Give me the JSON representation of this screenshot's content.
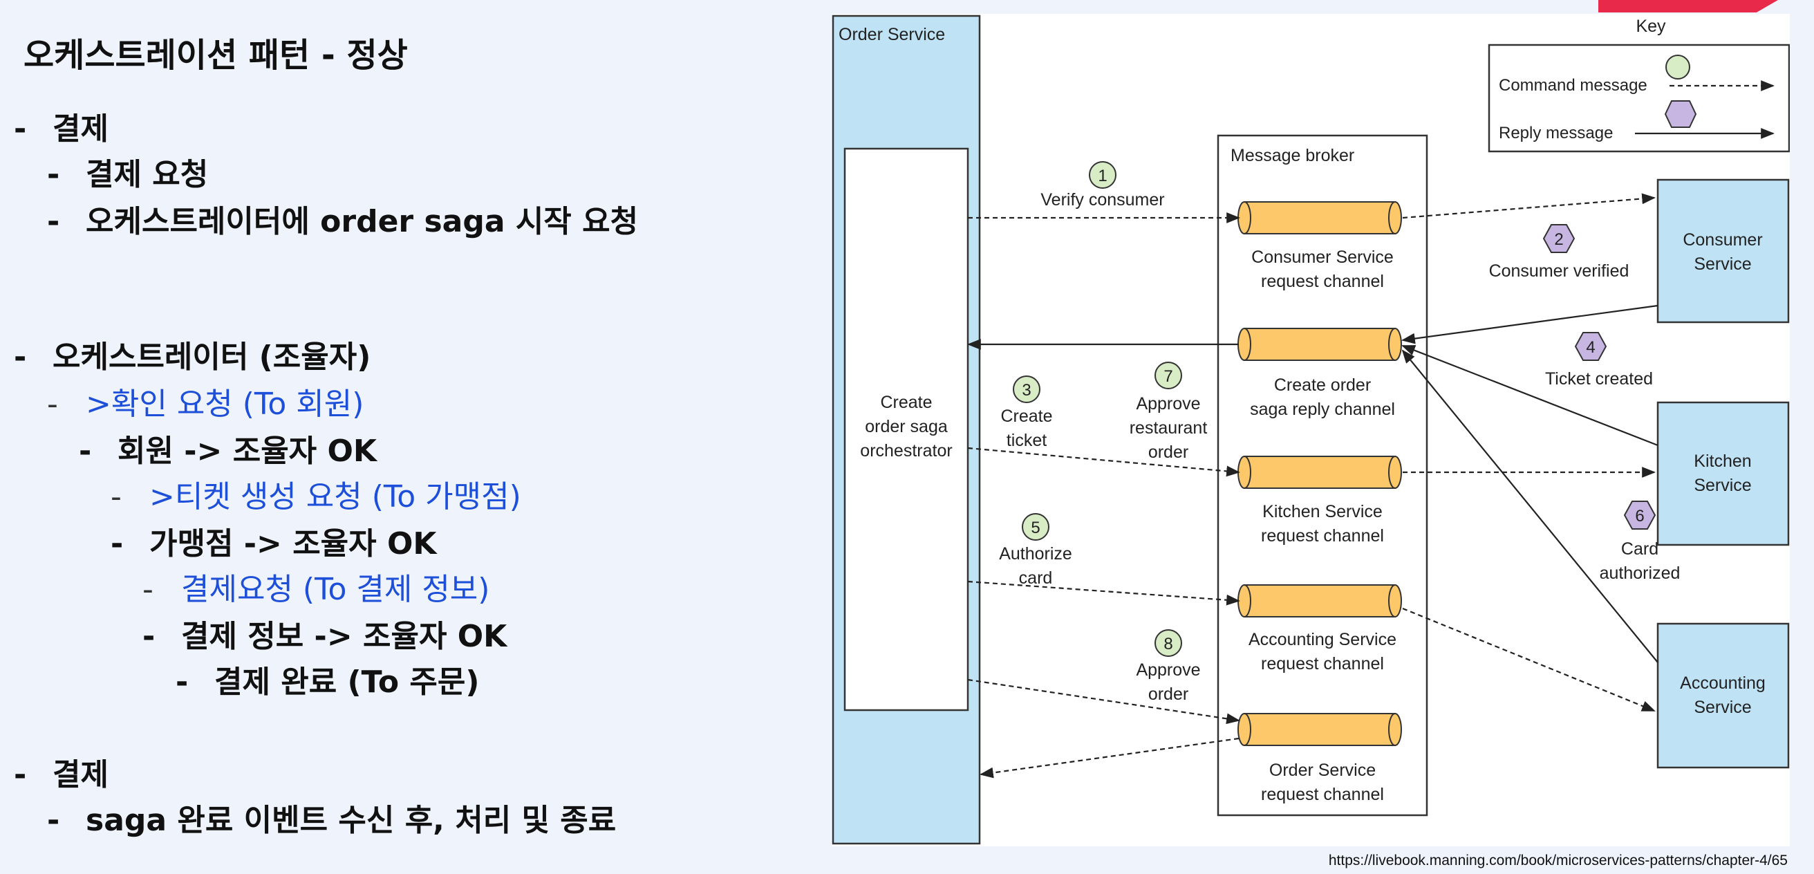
{
  "slide": {
    "title": "오케스트레이션 패턴 - 정상",
    "items": [
      {
        "text": "결제",
        "level": 0
      },
      {
        "text": "결제 요청",
        "level": 1
      },
      {
        "text": "오케스트레이터에 order saga 시작 요청",
        "level": 1
      },
      {
        "text": "오케스트레이터 (조율자)",
        "level": 0
      },
      {
        "text": ">확인 요청 (To 회원)",
        "level": 1,
        "color": "blue"
      },
      {
        "text": "회원 -> 조율자 OK",
        "level": 2
      },
      {
        "text": ">티켓 생성 요청 (To 가맹점)",
        "level": 3,
        "color": "blue"
      },
      {
        "text": "가맹점 -> 조율자 OK",
        "level": 3
      },
      {
        "text": "결제요청 (To 결제 정보)",
        "level": 4,
        "color": "blue"
      },
      {
        "text": "결제 정보 -> 조율자 OK",
        "level": 4
      },
      {
        "text": "결제 완료 (To 주문)",
        "level": 5
      },
      {
        "text": "결제",
        "level": 0
      },
      {
        "text": "saga 완료 이벤트 수신 후, 처리 및 종료",
        "level": 1
      }
    ],
    "dash": "-"
  },
  "colors": {
    "accent_bar": "#e8294a",
    "blue_text": "#1d4fd8",
    "service_box": "#bfe3f5",
    "channel": "#fdc86a",
    "command_circle": "#d8ecc6",
    "reply_hexagon": "#c8b6e2"
  },
  "diagram": {
    "order_service_label": "Order Service",
    "orchestrator_label": [
      "Create",
      "order saga",
      "orchestrator"
    ],
    "message_broker_label": "Message broker",
    "key": {
      "title": "Key",
      "command": "Command message",
      "reply": "Reply message"
    },
    "channels": [
      [
        "Consumer Service",
        "request channel"
      ],
      [
        "Create order",
        "saga reply channel"
      ],
      [
        "Kitchen Service",
        "request channel"
      ],
      [
        "Accounting Service",
        "request channel"
      ],
      [
        "Order Service",
        "request channel"
      ]
    ],
    "services": [
      [
        "Consumer",
        "Service"
      ],
      [
        "Kitchen",
        "Service"
      ],
      [
        "Accounting",
        "Service"
      ]
    ],
    "steps": [
      {
        "num": "1",
        "label": [
          "Verify consumer"
        ]
      },
      {
        "num": "2",
        "label": [
          "Consumer verified"
        ]
      },
      {
        "num": "3",
        "label": [
          "Create",
          "ticket"
        ]
      },
      {
        "num": "4",
        "label": [
          "Ticket created"
        ]
      },
      {
        "num": "5",
        "label": [
          "Authorize",
          "card"
        ]
      },
      {
        "num": "6",
        "label": [
          "Card",
          "authorized"
        ]
      },
      {
        "num": "7",
        "label": [
          "Approve",
          "restaurant",
          "order"
        ]
      },
      {
        "num": "8",
        "label": [
          "Approve",
          "order"
        ]
      }
    ]
  },
  "source_url": "https://livebook.manning.com/book/microservices-patterns/chapter-4/65"
}
